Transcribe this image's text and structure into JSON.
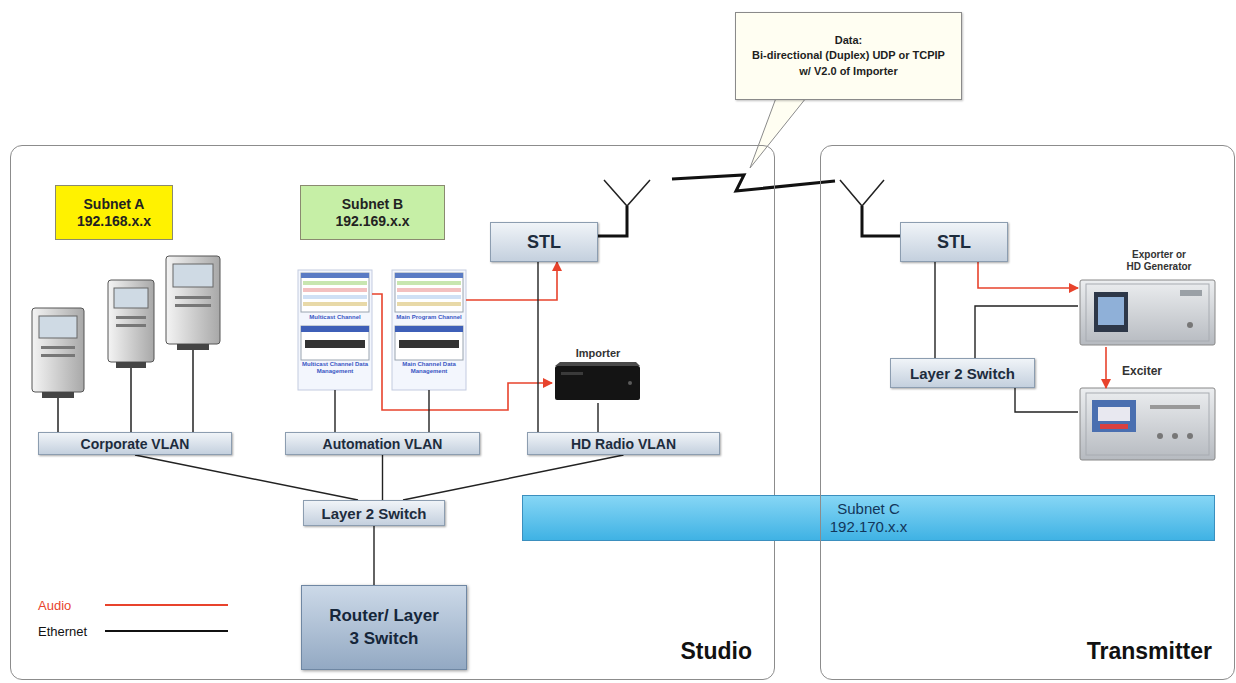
{
  "diagram": {
    "nodes": [
      {
        "text": [
          "Data:",
          "Bi-directional (Duplex) UDP or TCPIP w/ V2.0 of Importer"
        ]
      },
      {
        "text": [
          "Studio"
        ]
      },
      {
        "text": [
          "Subnet A",
          "192.168.x.x"
        ],
        "in": 1
      },
      {
        "text": [
          "Subnet B",
          "192.169.x.x"
        ],
        "in": 1
      },
      {
        "text": [
          "STL"
        ],
        "in": 1
      },
      {
        "text": [
          "Multicast Channel",
          "Multicast Channel Data Management"
        ],
        "in": 1
      },
      {
        "text": [
          "Main Program Channel",
          "Main Channel Data Management"
        ],
        "in": 1
      },
      {
        "text": [
          "Importer"
        ],
        "in": 1
      },
      {
        "text": [
          "Corporate VLAN"
        ],
        "in": 1
      },
      {
        "text": [
          "Automation VLAN"
        ],
        "in": 1
      },
      {
        "text": [
          "HD Radio VLAN"
        ],
        "in": 1
      },
      {
        "text": [
          "Layer 2 Switch"
        ],
        "in": 1
      },
      {
        "text": [
          "Router/ Layer 3 Switch"
        ],
        "in": 1
      },
      {
        "text": [
          "Subnet C",
          "192.170.x.x"
        ]
      },
      {
        "text": [
          "Transmitter"
        ]
      },
      {
        "text": [
          "STL"
        ],
        "in": 14
      },
      {
        "text": [
          "Exporter or HD Generator"
        ],
        "in": 14
      },
      {
        "text": [
          "Layer 2 Switch"
        ],
        "in": 14
      },
      {
        "text": [
          "Exciter"
        ],
        "in": 14
      }
    ],
    "edges": [
      {
        "from": 4,
        "to": 15,
        "arrow": "none"
      },
      {
        "from": 5,
        "to": 7,
        "arrow": "to"
      },
      {
        "from": 6,
        "to": 4,
        "arrow": "to"
      },
      {
        "from": 5,
        "to": 9,
        "arrow": "none"
      },
      {
        "from": 6,
        "to": 9,
        "arrow": "none"
      },
      {
        "from": 4,
        "to": 10,
        "arrow": "none"
      },
      {
        "from": 7,
        "to": 10,
        "arrow": "none"
      },
      {
        "from": 8,
        "to": 11,
        "arrow": "none"
      },
      {
        "from": 9,
        "to": 11,
        "arrow": "none"
      },
      {
        "from": 10,
        "to": 11,
        "arrow": "none"
      },
      {
        "from": 11,
        "to": 12,
        "arrow": "none"
      },
      {
        "from": 15,
        "to": 17,
        "arrow": "none"
      },
      {
        "from": 17,
        "to": 16,
        "arrow": "none"
      },
      {
        "from": 17,
        "to": 18,
        "arrow": "none"
      },
      {
        "from": 15,
        "to": 16,
        "arrow": "to"
      },
      {
        "from": 16,
        "to": 18,
        "arrow": "to"
      }
    ],
    "legend": [
      {
        "text": "Audio"
      },
      {
        "text": "Ethernet"
      }
    ]
  }
}
